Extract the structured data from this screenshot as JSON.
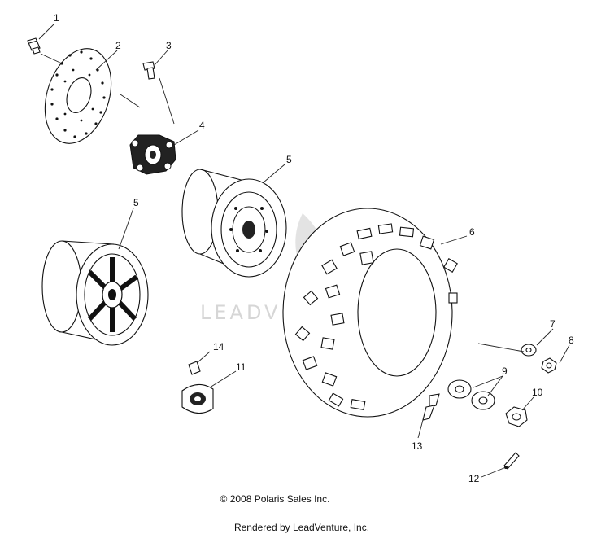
{
  "watermark": {
    "text": "LEADVENTURE"
  },
  "callouts": [
    "1",
    "2",
    "3",
    "4",
    "5",
    "5",
    "6",
    "7",
    "8",
    "9",
    "10",
    "11",
    "12",
    "13",
    "14"
  ],
  "footer": {
    "copyright": "© 2008 Polaris Sales Inc.",
    "rendered_by": "Rendered by LeadVenture, Inc."
  }
}
